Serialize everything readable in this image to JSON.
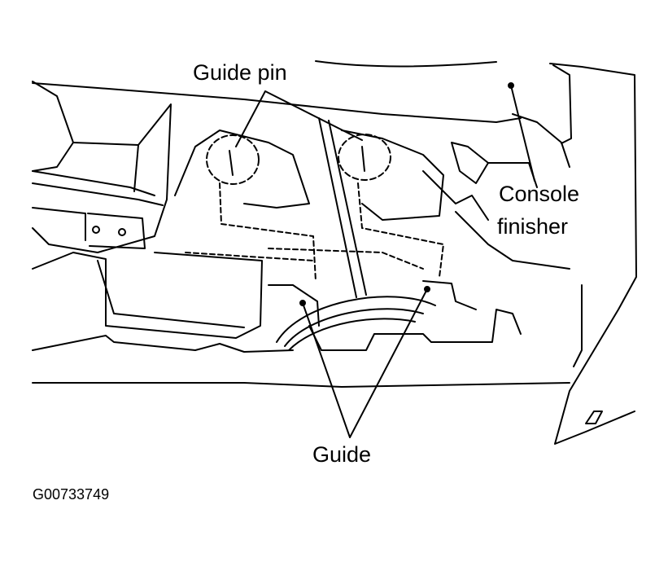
{
  "labels": {
    "guide_pin": "Guide pin",
    "console_finisher_line1": "Console",
    "console_finisher_line2": "finisher",
    "guide": "Guide"
  },
  "figure_code": "G00733749",
  "colors": {
    "ink": "#000000",
    "paper": "#ffffff"
  }
}
